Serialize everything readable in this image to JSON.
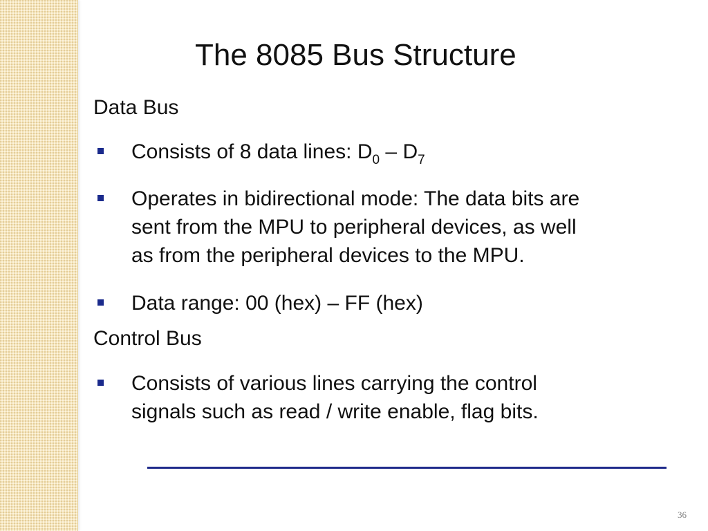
{
  "slide": {
    "title": "The 8085 Bus Structure",
    "page_number": "36"
  },
  "data_bus": {
    "heading": "Data Bus",
    "bullet1": {
      "prefix": "Consists of 8 data lines: D",
      "sub_start": "0",
      "dash": " – D",
      "sub_end": "7"
    },
    "bullet2": {
      "line1": "Operates in bidirectional mode: The data bits are",
      "line2": "sent from the MPU to peripheral devices, as well",
      "line3": "as from the peripheral devices to the MPU."
    },
    "bullet3": {
      "text": "Data range: 00 (hex) – FF (hex)"
    }
  },
  "control_bus": {
    "heading": "Control Bus",
    "bullet1": {
      "line1": "Consists of various lines carrying the control",
      "line2": "signals such as read / write enable, flag bits."
    }
  }
}
